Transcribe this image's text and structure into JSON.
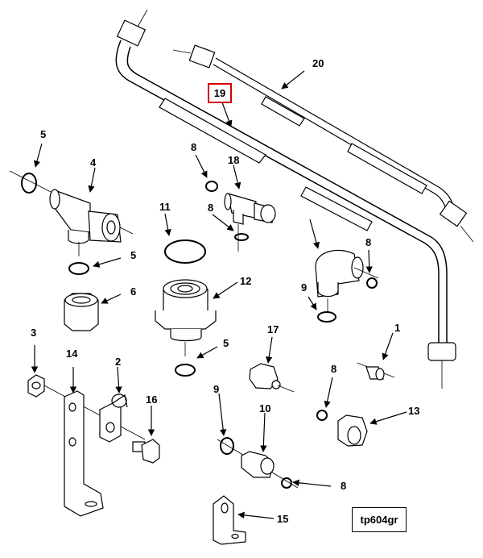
{
  "figure_id": "tp604gr",
  "highlight_color": "#d40000",
  "callouts": {
    "c1": "1",
    "c2": "2",
    "c3": "3",
    "c4": "4",
    "c5a": "5",
    "c5b": "5",
    "c5c": "5",
    "c6": "6",
    "c8a": "8",
    "c8b": "8",
    "c8c": "8",
    "c8d": "8",
    "c8e": "8",
    "c9a": "9",
    "c9b": "9",
    "c10": "10",
    "c11": "11",
    "c12": "12",
    "c13": "13",
    "c14": "14",
    "c15": "15",
    "c16": "16",
    "c17": "17",
    "c18": "18",
    "c19": "19",
    "c20": "20"
  }
}
